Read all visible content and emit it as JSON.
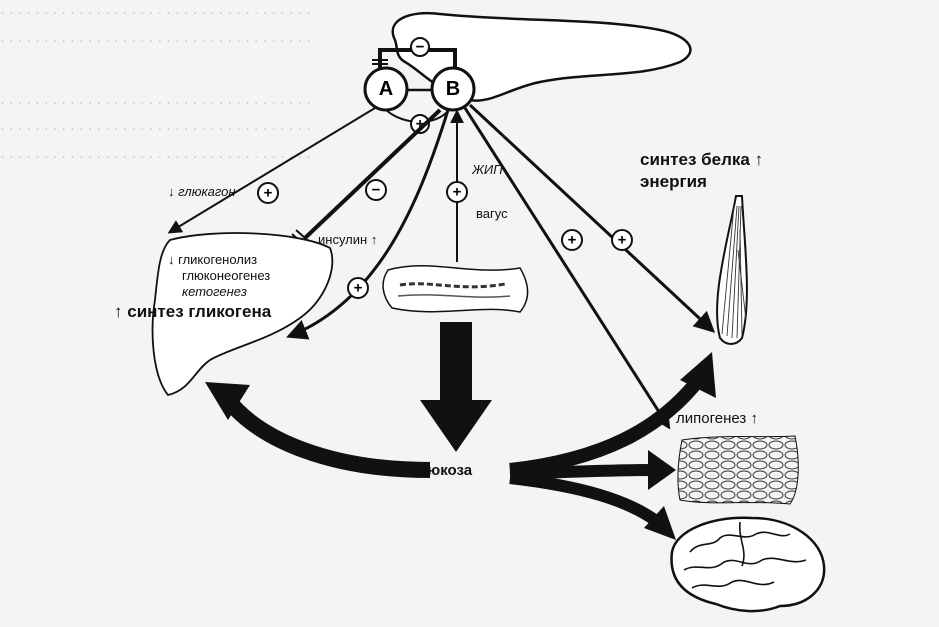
{
  "diagram": {
    "nodes": {
      "alpha_cell": "A",
      "beta_cell": "B"
    },
    "signs": {
      "plus": "+",
      "minus": "−"
    },
    "labels": {
      "glucagon": "глюкагон",
      "insulin": "инсулин",
      "gip": "ЖИП",
      "vagus": "вагус",
      "glycogenolysis": "гликогенолиз",
      "gluconeogenesis": "глюконеогенез",
      "ketogenesis": "кетогенез",
      "glycogen_synthesis": "синтез гликогена",
      "protein_synthesis": "синтез белка",
      "energy": "энергия",
      "lipogenesis": "липогенез",
      "glucose": "глюкоза"
    },
    "arrows": {
      "up": "↑",
      "down": "↓"
    }
  }
}
